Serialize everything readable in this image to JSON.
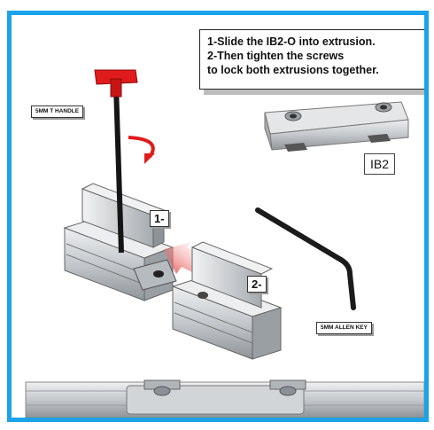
{
  "instructions": {
    "line1": "1-Slide the IB2-O into extrusion.",
    "line2": "2-Then tighten the screws",
    "line3": "to lock both extrusions together."
  },
  "labels": {
    "t_handle": "5MM T HANDLE",
    "allen_key": "5MM ALLEN KEY",
    "part": "IB2",
    "step1": "1-",
    "step2": "2-"
  },
  "colors": {
    "frame": "#1aa3e8",
    "handle_red": "#e01b1b",
    "aluminum": "#c9ccd0"
  }
}
